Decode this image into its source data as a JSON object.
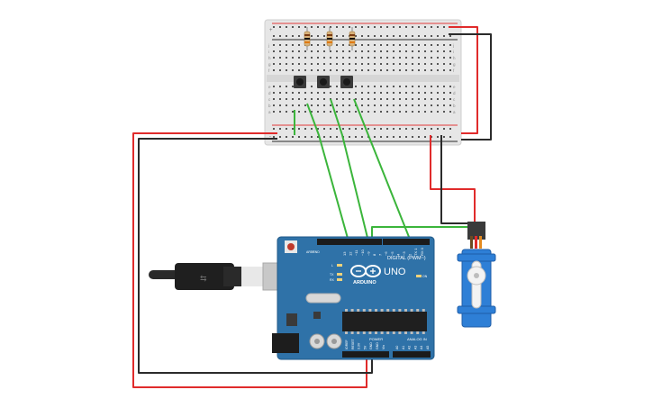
{
  "board": {
    "brand": "ARDUINO",
    "model": "UNO",
    "digital_label": "DIGITAL (PWM~)",
    "analog_label": "ANALOG IN",
    "power_label": "POWER",
    "aref_label": "AREF",
    "gnd_label": "GND",
    "tx_label": "TX",
    "rx_label": "RX",
    "l_label": "L",
    "on_label": "ON",
    "digital_pins": [
      "13",
      "12",
      "~11",
      "~10",
      "~9",
      "8",
      "7",
      "~6",
      "~5",
      "4",
      "~3",
      "2",
      "TX 1",
      "RX 0"
    ],
    "analog_pins": [
      "A0",
      "A1",
      "A2",
      "A3",
      "A4",
      "A5"
    ],
    "power_pins": [
      "IOREF",
      "RESET",
      "3.3V",
      "5V",
      "GND",
      "GND",
      "Vin"
    ]
  },
  "breadboard": {
    "row_letters_top": [
      "j",
      "i",
      "h",
      "g",
      "f"
    ],
    "row_letters_bottom": [
      "e",
      "d",
      "c",
      "b",
      "a"
    ],
    "rail_plus": "+",
    "rail_minus": "-"
  },
  "colors": {
    "wire_red": "#e02b2b",
    "wire_black": "#2b2b2b",
    "wire_green": "#3bb53b",
    "board_blue": "#2f72a8",
    "servo_blue": "#2e7fd6"
  }
}
